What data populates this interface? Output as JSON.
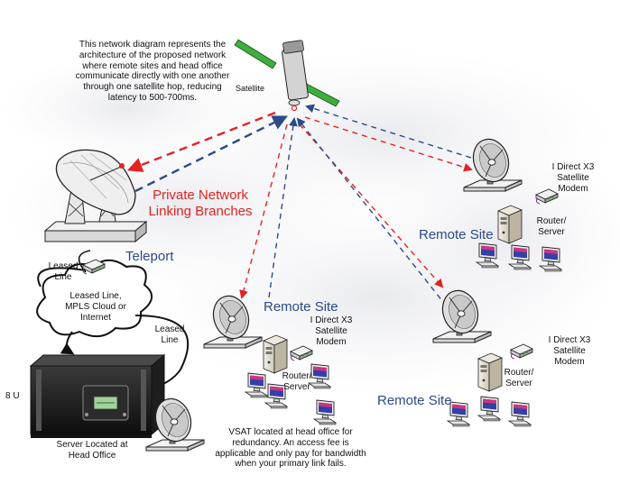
{
  "description_lines": [
    "This network diagram represents the",
    "architecture of the proposed network",
    "where remote sites and head office",
    "communicate directly with one another",
    "through one satellite hop, reducing",
    "latency to 500-700ms."
  ],
  "labels": {
    "satellite": "Satellite",
    "private_network_line1": "Private Network",
    "private_network_line2": "Linking Branches",
    "teleport": "Teleport",
    "leased_line_top_1": "Leased",
    "leased_line_top_2": "Line",
    "leased_line_right_1": "Leased",
    "leased_line_right_2": "Line",
    "cloud_1": "Leased Line,",
    "cloud_2": "MPLS Cloud or",
    "cloud_3": "Internet",
    "rack_units": "8 U",
    "server_head_1": "Server Located at",
    "server_head_2": "Head Office",
    "vsat_note": [
      "VSAT located at head office for",
      "redundancy.  An access fee is",
      "applicable and only pay for bandwidth",
      "when your primary link fails."
    ]
  },
  "sites": {
    "top_right": {
      "remote_site": "Remote Site",
      "modem_1": "I Direct X3",
      "modem_2": "Satellite",
      "modem_3": "Modem",
      "router_1": "Router/",
      "router_2": "Server"
    },
    "middle": {
      "remote_site": "Remote Site",
      "modem_1": "I Direct X3",
      "modem_2": "Satellite",
      "modem_3": "Modem",
      "router_1": "Router/",
      "router_2": "Server"
    },
    "bottom_right": {
      "remote_site": "Remote Site",
      "modem_1": "I Direct X3",
      "modem_2": "Satellite",
      "modem_3": "Modem",
      "router_1": "Router/",
      "router_2": "Server"
    }
  },
  "colors": {
    "red_link": "#e32222",
    "blue_link": "#2c4a86",
    "cloud": "#e6e8ec"
  }
}
